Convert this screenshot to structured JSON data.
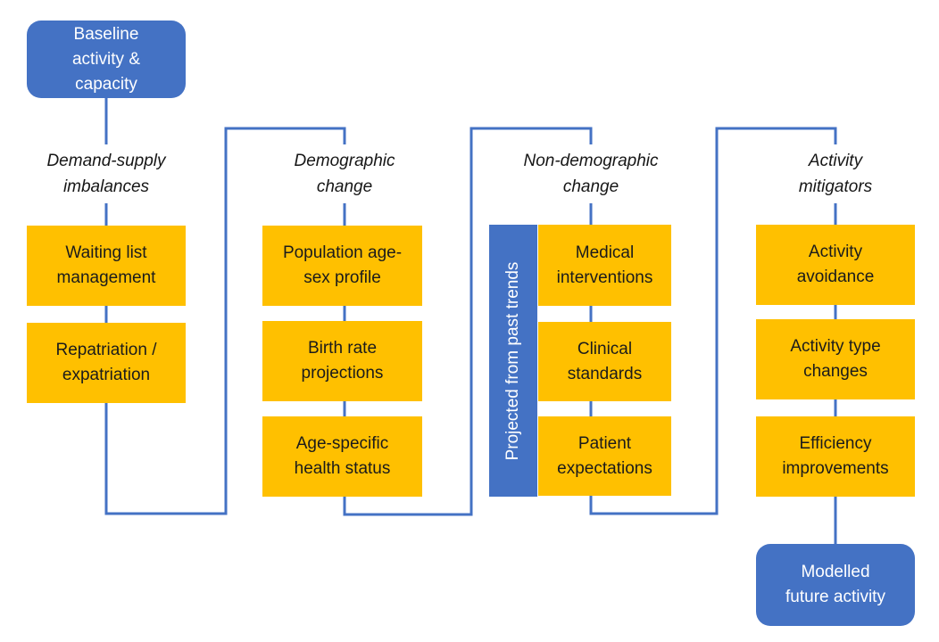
{
  "colors": {
    "accent_blue": "#4472C4",
    "accent_gold": "#FFC000",
    "connector_line": "#4472C4",
    "text_on_blue": "#FFFFFF",
    "text_on_gold": "#1B1B1B"
  },
  "start_node": {
    "label": "Baseline\nactivity &\ncapacity"
  },
  "end_node": {
    "label": "Modelled\nfuture activity"
  },
  "side_label": {
    "label": "Projected from past trends"
  },
  "columns": [
    {
      "header": "Demand-supply\nimbalances",
      "boxes": [
        "Waiting list\nmanagement",
        "Repatriation /\nexpatriation"
      ]
    },
    {
      "header": "Demographic\nchange",
      "boxes": [
        "Population age-\nsex profile",
        "Birth rate\nprojections",
        "Age-specific\nhealth status"
      ]
    },
    {
      "header": "Non-demographic\nchange",
      "boxes": [
        "Medical\ninterventions",
        "Clinical\nstandards",
        "Patient\nexpectations"
      ]
    },
    {
      "header": "Activity\nmitigators",
      "boxes": [
        "Activity\navoidance",
        "Activity type\nchanges",
        "Efficiency\nimprovements"
      ]
    }
  ]
}
